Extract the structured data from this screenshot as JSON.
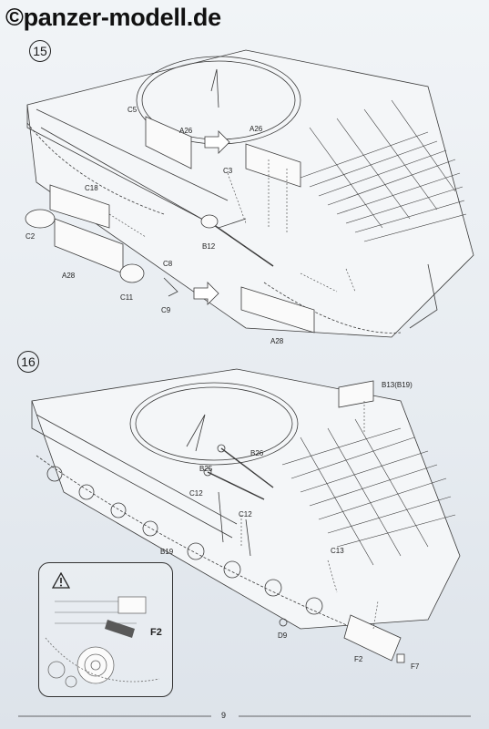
{
  "watermark": "©panzer-modell.de",
  "steps": [
    {
      "number": "15"
    },
    {
      "number": "16"
    }
  ],
  "step15_labels": {
    "c5": "C5",
    "a26_left": "A26",
    "a26_right": "A26",
    "c3": "C3",
    "c18": "C18",
    "c2": "C2",
    "b12": "B12",
    "c8": "C8",
    "a28_left": "A28",
    "c11": "C11",
    "c9": "C9",
    "a28_right": "A28"
  },
  "step16_labels": {
    "b13": "B13(B19)",
    "b26": "B26",
    "b25": "B25",
    "c12_a": "C12",
    "c12_b": "C12",
    "b19": "B19",
    "c13": "C13",
    "d9": "D9",
    "f2_small": "F2",
    "f7": "F7",
    "f2_inset": "F2"
  },
  "page_number": "9",
  "icons": [
    "warning-icon",
    "arrow-right-icon"
  ]
}
